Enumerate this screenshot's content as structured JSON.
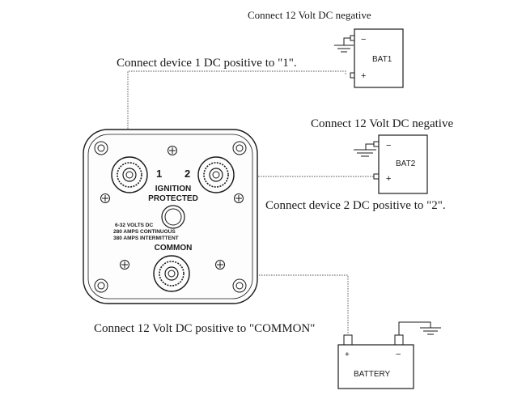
{
  "labels": {
    "bat1_negative": "Connect 12 Volt DC negative",
    "device1_positive": "Connect device 1 DC positive to  \"1\".",
    "bat2_negative": "Connect 12 Volt DC negative",
    "device2_positive": "Connect device 2 DC positive to  \"2\".",
    "common_positive": "Connect 12 Volt DC positive to \"COMMON\""
  },
  "switch": {
    "terminal_1": "1",
    "terminal_2": "2",
    "line_ignition": "IGNITION",
    "line_protected": "PROTECTED",
    "spec_volts": "6-32 VOLTS DC",
    "spec_continuous": "280 AMPS CONTINUOUS",
    "spec_intermittent": "380 AMPS INTERMITTENT",
    "common": "COMMON"
  },
  "batteries": {
    "bat1": {
      "name": "BAT1",
      "neg": "−",
      "pos": "+"
    },
    "bat2": {
      "name": "BAT2",
      "neg": "−",
      "pos": "+"
    },
    "main": {
      "name": "BATTERY",
      "pos": "+",
      "neg": "−"
    }
  },
  "icons": [
    "ground-icon",
    "terminal-post-icon",
    "screw-icon"
  ],
  "colors": {
    "ink": "#1a1a1a",
    "wire": "#555555",
    "background": "#ffffff"
  }
}
